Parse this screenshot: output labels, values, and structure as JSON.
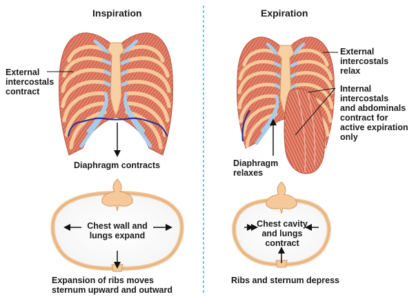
{
  "panels": {
    "left": {
      "title": "Inspiration",
      "label_intercostals": "External\nintercostals\ncontract",
      "label_diaphragm": "Diaphragm contracts",
      "label_cross_section": "Chest wall and\nlungs expand",
      "caption": "Expansion of ribs moves\nsternum upward and outward"
    },
    "right": {
      "title": "Expiration",
      "label_external": "External\nintercostals\nrelax",
      "label_internal": "Internal\nintercostals\nand abdominals\ncontract for\nactive expiration\nonly",
      "label_diaphragm": "Diaphragm\nrelaxes",
      "label_cross_section": "Chest cavity\nand lungs\ncontract",
      "caption": "Ribs and sternum depress"
    }
  },
  "colors": {
    "bone": "#f5c99a",
    "bone_outline": "#d69a62",
    "muscle": "#d86a52",
    "cartilage": "#a9cde8",
    "diaphragm_line": "#2d3590",
    "divider": "#3aa0d8"
  },
  "icons": {
    "left_ribcage": "ribcage-front-illustration",
    "right_ribcage": "ribcage-front-illustration-with-muscles",
    "left_cross_section": "thorax-cross-section",
    "right_cross_section": "thorax-cross-section-small"
  }
}
